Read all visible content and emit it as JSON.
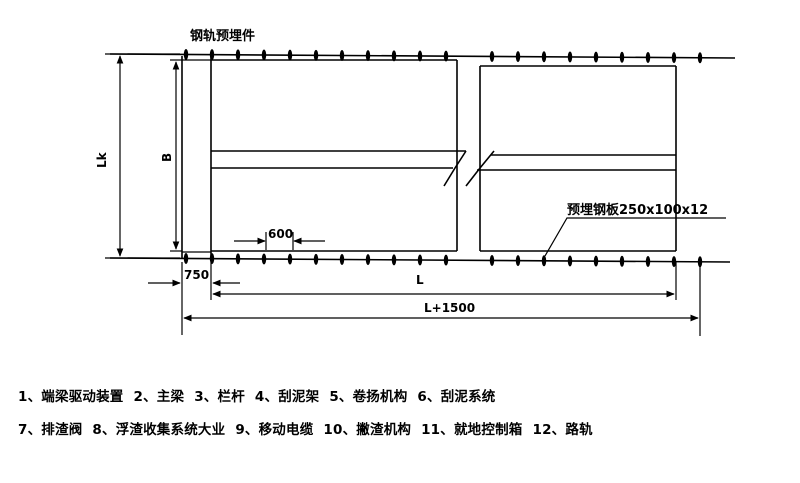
{
  "drawing": {
    "rail_insert_label": "钢轨预埋件",
    "embedded_plate_label": "预埋钢板250x100x12",
    "dim_lk": "Lk",
    "dim_b": "B",
    "dim_600": "600",
    "dim_750": "750",
    "dim_l": "L",
    "dim_l_plus": "L+1500"
  },
  "legend": {
    "row1": [
      "1、端梁驱动装置",
      "2、主梁",
      "3、栏杆",
      "4、刮泥架",
      "5、卷扬机构",
      "6、刮泥系统"
    ],
    "row2": [
      "7、排渣阀",
      "8、浮渣收集系统大业",
      "9、移动电缆",
      "10、撇渣机构",
      "11、就地控制箱",
      "12、路轨"
    ]
  }
}
